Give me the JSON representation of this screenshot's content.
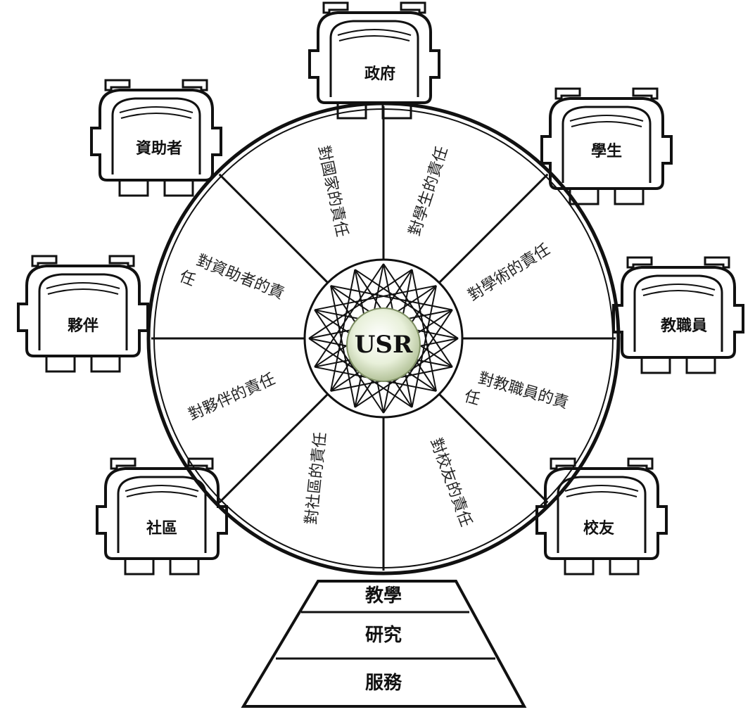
{
  "center": {
    "label": "USR",
    "fill": "#dfeac9"
  },
  "cabins": [
    {
      "id": "gov",
      "label": "政府"
    },
    {
      "id": "students",
      "label": "學生"
    },
    {
      "id": "staff",
      "label": "教職員"
    },
    {
      "id": "alumni",
      "label": "校友"
    },
    {
      "id": "community",
      "label": "社區"
    },
    {
      "id": "partners",
      "label": "夥伴"
    },
    {
      "id": "sponsors",
      "label": "資助者"
    }
  ],
  "segments": [
    {
      "id": "nation",
      "lines": [
        "對國家的責任"
      ]
    },
    {
      "id": "students",
      "lines": [
        "對學生的責任"
      ]
    },
    {
      "id": "academic",
      "lines": [
        "對學術的責任"
      ]
    },
    {
      "id": "staff",
      "lines": [
        "對教職員的責",
        "任"
      ]
    },
    {
      "id": "alumni",
      "lines": [
        "對校友的責任"
      ]
    },
    {
      "id": "community",
      "lines": [
        "對社區的責任"
      ]
    },
    {
      "id": "partners",
      "lines": [
        "對夥伴的責任"
      ]
    },
    {
      "id": "sponsors",
      "lines": [
        "對資助者的責",
        "任"
      ]
    }
  ],
  "base": {
    "tiers": [
      "教學",
      "研究",
      "服務"
    ]
  }
}
